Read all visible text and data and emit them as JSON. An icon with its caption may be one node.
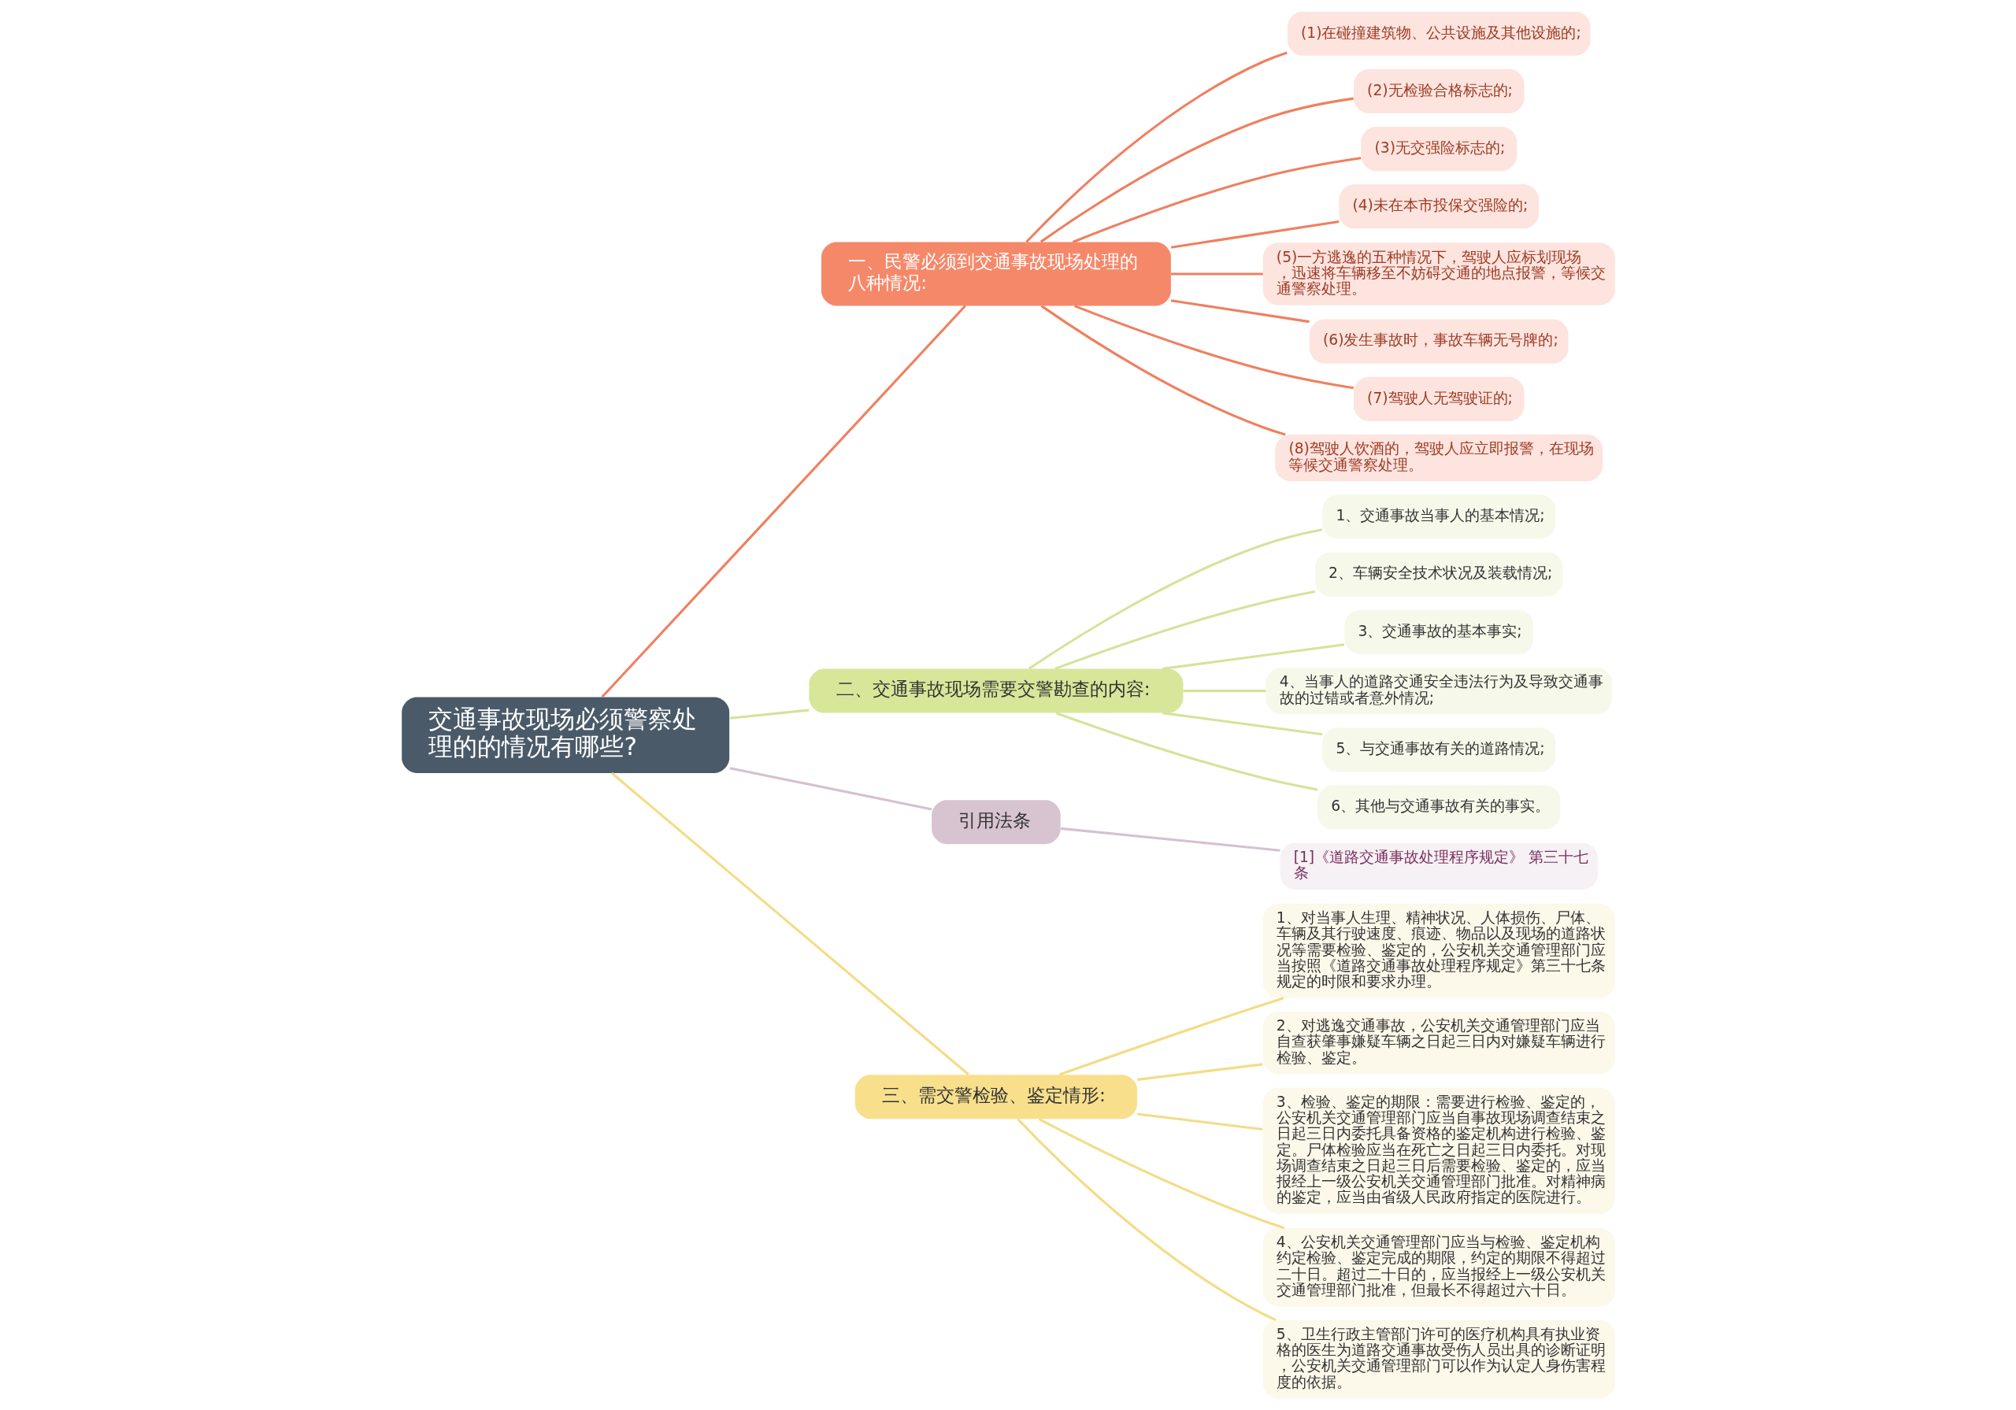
{
  "diagram": {
    "nodes": [
      {
        "text": [
          "交通事故现场必须警察处理的的情况有哪些?"
        ]
      },
      {
        "text": [
          "一、民警必须到交通事故现场处理的八种情况:"
        ]
      },
      {
        "text": [
          "(1)在碰撞建筑物、公共设施及其他设施的;"
        ]
      },
      {
        "text": [
          "(2)无检验合格标志的;"
        ]
      },
      {
        "text": [
          "(3)无交强险标志的;"
        ]
      },
      {
        "text": [
          "(4)未在本市投保交强险的;"
        ]
      },
      {
        "text": [
          "(5)一方逃逸的五种情况下，驾驶人应标划现场，迅速将车辆移至不妨碍交通的地点报警，等候交通警察处理。"
        ]
      },
      {
        "text": [
          "(6)发生事故时，事故车辆无号牌的;"
        ]
      },
      {
        "text": [
          "(7)驾驶人无驾驶证的;"
        ]
      },
      {
        "text": [
          "(8)驾驶人饮酒的，驾驶人应立即报警，在现场等候交通警察处理。"
        ]
      },
      {
        "text": [
          "二、交通事故现场需要交警勘查的内容:"
        ]
      },
      {
        "text": [
          "1、交通事故当事人的基本情况;"
        ]
      },
      {
        "text": [
          "2、车辆安全技术状况及装载情况;"
        ]
      },
      {
        "text": [
          "3、交通事故的基本事实;"
        ]
      },
      {
        "text": [
          "4、当事人的道路交通安全违法行为及导致交通事故的过错或者意外情况;"
        ]
      },
      {
        "text": [
          "5、与交通事故有关的道路情况;"
        ]
      },
      {
        "text": [
          "6、其他与交通事故有关的事实。"
        ]
      },
      {
        "text": [
          "引用法条"
        ]
      },
      {
        "text": [
          "[1]《道路交通事故处理程序规定》 第三十七条"
        ]
      },
      {
        "text": [
          "三、需交警检验、鉴定情形:"
        ]
      },
      {
        "text": [
          "1、对当事人生理、精神状况、人体损伤、尸体、车辆及其行驶速度、痕迹、物品以及现场的道路状况等需要检验、鉴定的，公安机关交通管理部门应当按照《道路交通事故处理程序规定》第三十七条规定的时限和要求办理。"
        ]
      },
      {
        "text": [
          "2、对逃逸交通事故，公安机关交通管理部门应当自查获肇事嫌疑车辆之日起三日内对嫌疑车辆进行检验、鉴定。"
        ]
      },
      {
        "text": [
          "3、检验、鉴定的期限：需要进行检验、鉴定的，公安机关交通管理部门应当自事故现场调查结束之日起三日内委托具备资格的鉴定机构进行检验、鉴定。尸体检验应当在死亡之日起三日内委托。对现场调查结束之日起三日后需要检验、鉴定的，应当报经上一级公安机关交通管理部门批准。对精神病的鉴定，应当由省级人民政府指定的医院进行。"
        ]
      },
      {
        "text": [
          "4、公安机关交通管理部门应当与检验、鉴定机构约定检验、鉴定完成的期限，约定的期限不得超过二十日。超过二十日的，应当报经上一级公安机关交通管理部门批准，但最长不得超过六十日。"
        ]
      },
      {
        "text": [
          "5、卫生行政主管部门许可的医疗机构具有执业资格的医生为道路交通事故受伤人员出具的诊断证明，公安机关交通管理部门可以作为认定人身伤害程度的依据。"
        ]
      }
    ],
    "edges": [
      {
        "from": 0,
        "to": 1,
        "arrow": "none",
        "color": "#ef7f5f"
      },
      {
        "from": 1,
        "to": 2,
        "arrow": "none",
        "color": "#ef7f5f"
      },
      {
        "from": 1,
        "to": 3,
        "arrow": "none",
        "color": "#ef7f5f"
      },
      {
        "from": 1,
        "to": 4,
        "arrow": "none",
        "color": "#ef7f5f"
      },
      {
        "from": 1,
        "to": 5,
        "arrow": "none",
        "color": "#ef7f5f"
      },
      {
        "from": 1,
        "to": 6,
        "arrow": "none",
        "color": "#ef7f5f"
      },
      {
        "from": 1,
        "to": 7,
        "arrow": "none",
        "color": "#ef7f5f"
      },
      {
        "from": 1,
        "to": 8,
        "arrow": "none",
        "color": "#ef7f5f"
      },
      {
        "from": 1,
        "to": 9,
        "arrow": "none",
        "color": "#ef7f5f"
      },
      {
        "from": 0,
        "to": 10,
        "arrow": "none",
        "color": "#d4e39a"
      },
      {
        "from": 10,
        "to": 11,
        "arrow": "none",
        "color": "#d4e39a"
      },
      {
        "from": 10,
        "to": 12,
        "arrow": "none",
        "color": "#d4e39a"
      },
      {
        "from": 10,
        "to": 13,
        "arrow": "none",
        "color": "#d4e39a"
      },
      {
        "from": 10,
        "to": 14,
        "arrow": "none",
        "color": "#d4e39a"
      },
      {
        "from": 10,
        "to": 15,
        "arrow": "none",
        "color": "#d4e39a"
      },
      {
        "from": 10,
        "to": 16,
        "arrow": "none",
        "color": "#d4e39a"
      },
      {
        "from": 0,
        "to": 17,
        "arrow": "none",
        "color": "#d5c1cf"
      },
      {
        "from": 17,
        "to": 18,
        "arrow": "none",
        "color": "#d5c1cf"
      },
      {
        "from": 0,
        "to": 19,
        "arrow": "none",
        "color": "#f3dc86"
      },
      {
        "from": 19,
        "to": 20,
        "arrow": "none",
        "color": "#f3dc86"
      },
      {
        "from": 19,
        "to": 21,
        "arrow": "none",
        "color": "#f3dc86"
      },
      {
        "from": 19,
        "to": 22,
        "arrow": "none",
        "color": "#f3dc86"
      },
      {
        "from": 19,
        "to": 23,
        "arrow": "none",
        "color": "#f3dc86"
      },
      {
        "from": 19,
        "to": 24,
        "arrow": "none",
        "color": "#f3dc86"
      }
    ]
  }
}
